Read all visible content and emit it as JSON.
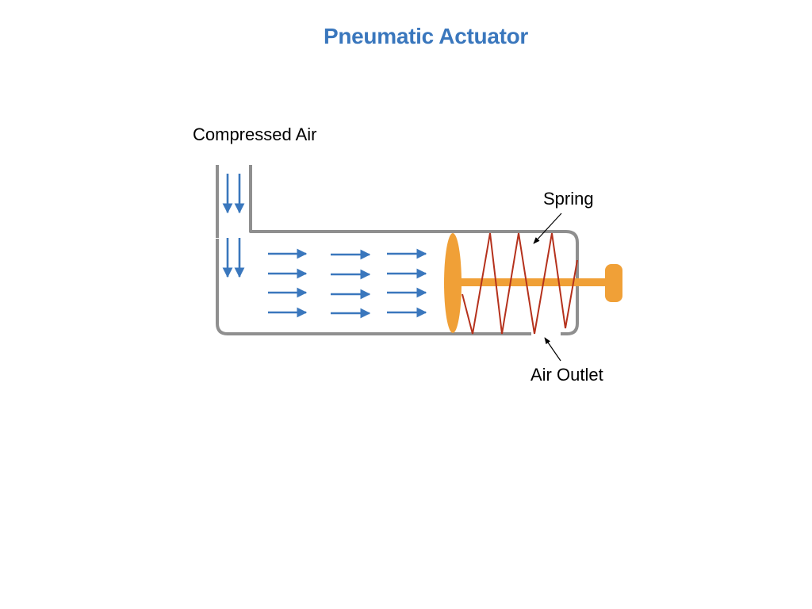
{
  "title": "Pneumatic Actuator",
  "labels": {
    "compressed_air": "Compressed Air",
    "spring": "Spring",
    "air_outlet": "Air Outlet"
  },
  "colors": {
    "title": "#3a77bd",
    "housing": "#8f8f8f",
    "air_arrows": "#3a77bd",
    "piston": "#f0a037",
    "spring": "#b5311c",
    "pointer": "#000000"
  }
}
